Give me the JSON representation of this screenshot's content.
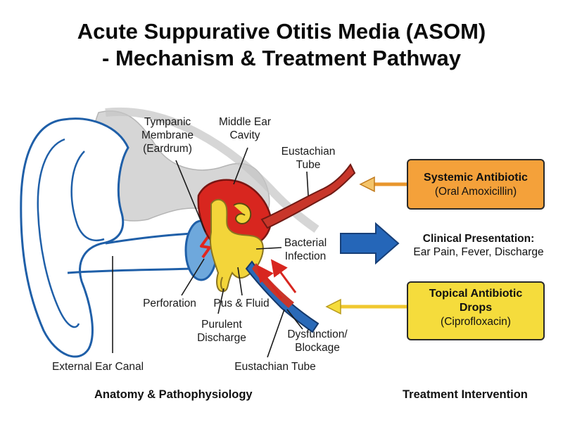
{
  "title": {
    "line1": "Acute Suppurative Otitis Media (ASOM)",
    "line2": "- Mechanism & Treatment Pathway"
  },
  "labels": {
    "tympanic_line1": "Tympanic",
    "tympanic_line2": "Membrane",
    "tympanic_line3": "(Eardrum)",
    "middle_ear_line1": "Middle Ear",
    "middle_ear_line2": "Cavity",
    "eustachian_top_line1": "Eustachian",
    "eustachian_top_line2": "Tube",
    "bacterial_line1": "Bacterial",
    "bacterial_line2": "Infection",
    "perforation": "Perforation",
    "pus_fluid": "Pus & Fluid",
    "purulent_line1": "Purulent",
    "purulent_line2": "Discharge",
    "dysfunction_line1": "Dysfunction/",
    "dysfunction_line2": "Blockage",
    "external_canal": "External Ear Canal",
    "eustachian_bottom": "Eustachian Tube"
  },
  "treatment": {
    "systemic_title": "Systemic Antibiotic",
    "systemic_sub": "(Oral Amoxicillin)",
    "clinical_title": "Clinical Presentation:",
    "clinical_sub": "Ear Pain, Fever, Discharge",
    "topical_title_line1": "Topical Antibiotic",
    "topical_title_line2": "Drops",
    "topical_sub": "(Ciprofloxacin)"
  },
  "sections": {
    "left": "Anatomy & Pathophysiology",
    "right": "Treatment Intervention"
  },
  "colors": {
    "ear_outline": "#1f5fa8",
    "inflamed_red": "#d8261f",
    "pus_yellow": "#f3d53a",
    "systemic_box": "#f4a13a",
    "topical_box": "#f5dc3c",
    "blue_arrow": "#2566b8"
  }
}
